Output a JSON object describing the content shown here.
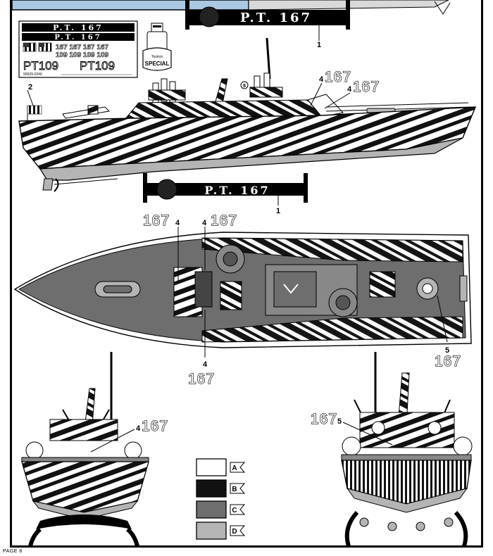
{
  "decal_sheet": {
    "title_top": "P.T. 167",
    "title_mid": "P.T. 167",
    "number_row_1": "167 167 167 167",
    "number_row_2": "109 109 109 109",
    "pt_left": "PT109",
    "pt_right": "PT109",
    "code": "90929-0240"
  },
  "glue_bottle": {
    "line1": "Testors",
    "line2": "SPECIAL"
  },
  "plates": {
    "top": "P.T. 167",
    "side": "P.T. 167"
  },
  "callouts": {
    "c1_top": "1",
    "c1_side": "1",
    "c2": "2",
    "c4_a": "4",
    "c4_b": "4",
    "c4_c": "4",
    "c4_d": "4",
    "c4_e": "4",
    "c4_f": "4",
    "c5_a": "5",
    "c5_b": "5"
  },
  "hull_numbers": {
    "side_a": "167",
    "side_b": "167",
    "deck_a": "167",
    "deck_b": "167",
    "deck_c": "167",
    "deck_d": "167",
    "bow": "167",
    "stern": "167"
  },
  "legend": [
    {
      "letter": "A",
      "color": "#ffffff"
    },
    {
      "letter": "B",
      "color": "#111111"
    },
    {
      "letter": "C",
      "color": "#6e6e6e"
    },
    {
      "letter": "D",
      "color": "#b4b4b4"
    }
  ],
  "page_label": "PAGE 8"
}
